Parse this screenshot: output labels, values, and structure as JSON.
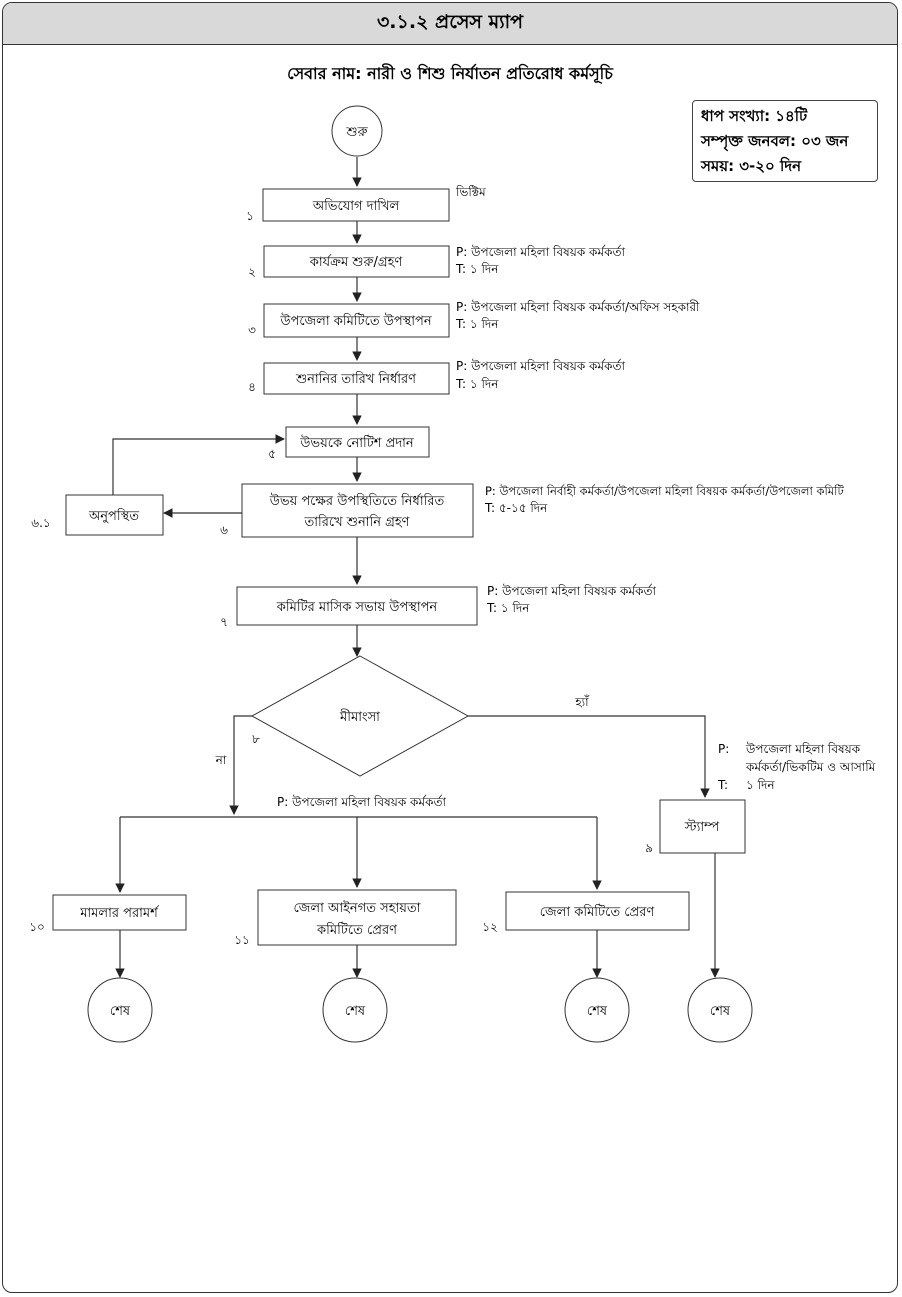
{
  "header": {
    "title": "৩.১.২ প্রসেস ম্যাপ"
  },
  "subtitle": "সেবার নাম: নারী ও শিশু নির্যাতন প্রতিরোধ কর্মসূচি",
  "info": {
    "steps": "ধাপ সংখ্যা: ১৪টি",
    "staff": "সম্পৃক্ত জনবল: ০৩ জন",
    "time": "সময়: ৩-২০ দিন"
  },
  "terminals": {
    "start": "শুরু",
    "end": "শেষ"
  },
  "steps": {
    "s1": {
      "num": "১",
      "label": "অভিযোগ দাখিল",
      "note": "ভিক্টিম"
    },
    "s2": {
      "num": "২",
      "label": "কার্যক্রম শুরু/গ্রহণ",
      "p": "P:  উপজেলা মহিলা বিষয়ক কর্মকর্তা",
      "t": "T:  ১ দিন"
    },
    "s3": {
      "num": "৩",
      "label": "উপজেলা কমিটিতে উপস্থাপন",
      "p": "P:  উপজেলা মহিলা বিষয়ক কর্মকর্তা/অফিস সহকারী",
      "t": "T:  ১ দিন"
    },
    "s4": {
      "num": "৪",
      "label": "শুনানির তারিখ নির্ধারণ",
      "p": "P:  উপজেলা মহিলা বিষয়ক কর্মকর্তা",
      "t": "T:  ১ দিন"
    },
    "s5": {
      "num": "৫",
      "label": "উভয়কে নোটিশ প্রদান"
    },
    "s6": {
      "num": "৬",
      "label_line1": "উভয় পক্ষের উপস্থিতিতে নির্ধারিত",
      "label_line2": "তারিখে শুনানি গ্রহণ",
      "p": "P:  উপজেলা নির্বাহী কর্মকর্তা/উপজেলা মহিলা বিষয়ক কর্মকর্তা/উপজেলা কমিটি",
      "t": "T:  ৫-১৫ দিন"
    },
    "s61": {
      "num": "৬.১",
      "label": "অনুপস্থিত"
    },
    "s7": {
      "num": "৭",
      "label": "কমিটির মাসিক সভায় উপস্থাপন",
      "p": "P:  উপজেলা মহিলা বিষয়ক কর্মকর্তা",
      "t": "T:  ১ দিন"
    },
    "s8": {
      "num": "৮",
      "label": "মীমাংসা",
      "yes": "হ্যাঁ",
      "no": "না",
      "p": "P:  উপজেলা মহিলা বিষয়ক কর্মকর্তা"
    },
    "s9": {
      "num": "৯",
      "label": "স্ট্যাম্প",
      "p_key": "P:",
      "p_line1": "উপজেলা মহিলা বিষয়ক",
      "p_line2": "কর্মকর্তা/ভিকটিম ও আসামি",
      "t_key": "T:",
      "t_val": "১ দিন"
    },
    "s10": {
      "num": "১০",
      "label": "মামলার পরামর্শ"
    },
    "s11": {
      "num": "১১",
      "label_line1": "জেলা আইনগত সহায়তা",
      "label_line2": "কমিটিতে প্রেরণ"
    },
    "s12": {
      "num": "১২",
      "label": "জেলা কমিটিতে প্রেরণ"
    }
  }
}
